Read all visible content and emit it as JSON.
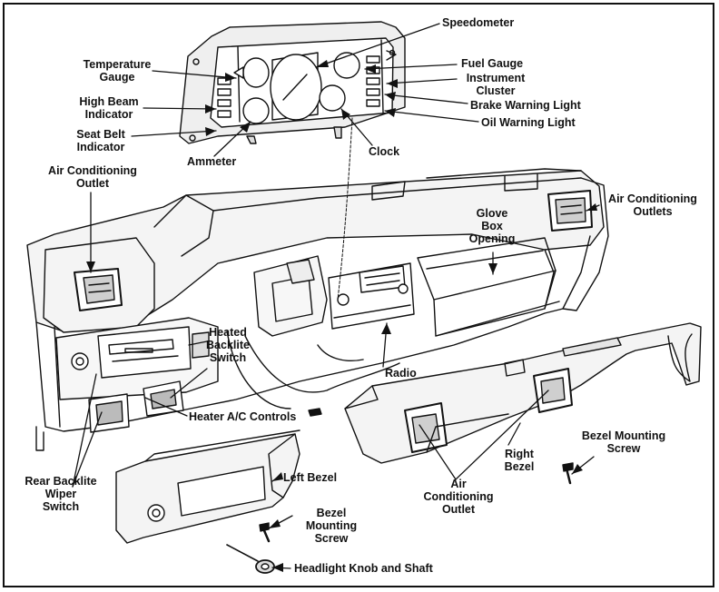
{
  "labels": {
    "speedometer": "Speedometer",
    "temperature_gauge": [
      "Temperature",
      "Gauge"
    ],
    "fuel_gauge": "Fuel Gauge",
    "instrument_cluster": [
      "Instrument",
      "Cluster"
    ],
    "high_beam_indicator": [
      "High Beam",
      "Indicator"
    ],
    "brake_warning_light": "Brake Warning Light",
    "oil_warning_light": "Oil Warning Light",
    "seat_belt_indicator": [
      "Seat Belt",
      "Indicator"
    ],
    "clock": "Clock",
    "ammeter": "Ammeter",
    "ac_outlet_left": [
      "Air Conditioning",
      "Outlet"
    ],
    "ac_outlets_right": [
      "Air Conditioning",
      "Outlets"
    ],
    "glove_box_opening": [
      "Glove",
      "Box",
      "Opening"
    ],
    "heated_backlite_switch": [
      "Heated",
      "Backlite",
      "Switch"
    ],
    "radio": "Radio",
    "heater_ac_controls": "Heater A/C Controls",
    "bezel_mounting_screw_right": [
      "Bezel Mounting",
      "Screw"
    ],
    "right_bezel": [
      "Right",
      "Bezel"
    ],
    "rear_backlite_wiper_switch": [
      "Rear Backlite",
      "Wiper",
      "Switch"
    ],
    "left_bezel": "Left Bezel",
    "bezel_mounting_screw_left": [
      "Bezel",
      "Mounting",
      "Screw"
    ],
    "ac_outlet_bezel": [
      "Air",
      "Conditioning",
      "Outlet"
    ],
    "headlight_knob_and_shaft": "Headlight Knob and Shaft"
  }
}
